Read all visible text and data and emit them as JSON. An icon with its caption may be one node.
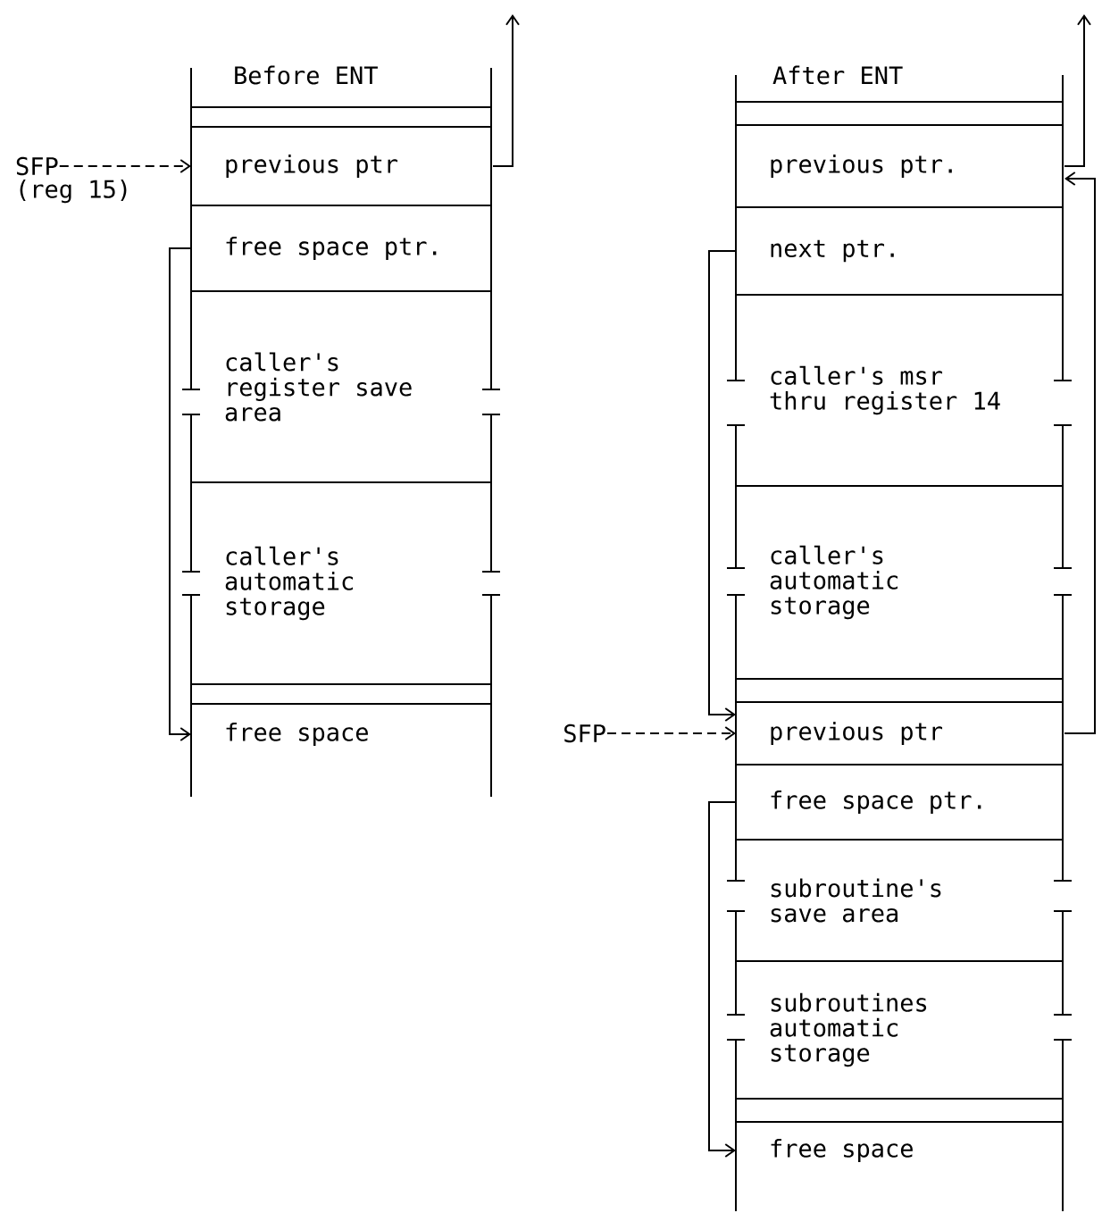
{
  "diagram": {
    "nodes": [
      {
        "text": [
          "previous ptr"
        ]
      },
      {
        "text": [
          "free space ptr."
        ]
      },
      {
        "text": [
          "caller's register save area"
        ]
      },
      {
        "text": [
          "caller's automatic storage"
        ]
      },
      {
        "text": [
          "free space"
        ]
      },
      {
        "text": [
          "SFP"
        ],
        "beside": [
          "(reg 15)"
        ]
      },
      {
        "text": [
          "previous ptr."
        ]
      },
      {
        "text": [
          "next ptr."
        ]
      },
      {
        "text": [
          "caller's msr thru register 14"
        ]
      },
      {
        "text": [
          "caller's automatic storage"
        ]
      },
      {
        "text": [
          "previous ptr"
        ]
      },
      {
        "text": [
          "free space ptr."
        ]
      },
      {
        "text": [
          "subroutine's save area"
        ]
      },
      {
        "text": [
          "subroutines automatic storage"
        ]
      },
      {
        "text": [
          "free space"
        ]
      },
      {
        "text": [
          "SFP"
        ]
      }
    ],
    "edges": [
      {
        "from": 5,
        "to": 0,
        "arrow": "to",
        "style": "dashed"
      },
      {
        "from": 0,
        "to": null,
        "arrow": "to"
      },
      {
        "from": 1,
        "to": 4,
        "arrow": "to"
      },
      {
        "from": 15,
        "to": 10,
        "arrow": "to",
        "style": "dashed"
      },
      {
        "from": 6,
        "to": null,
        "arrow": "to"
      },
      {
        "from": 10,
        "to": 6,
        "arrow": "to"
      },
      {
        "from": 7,
        "to": 10,
        "arrow": "to"
      },
      {
        "from": 11,
        "to": 14,
        "arrow": "to"
      }
    ],
    "labels": [
      "Before ENT",
      "After ENT"
    ]
  }
}
